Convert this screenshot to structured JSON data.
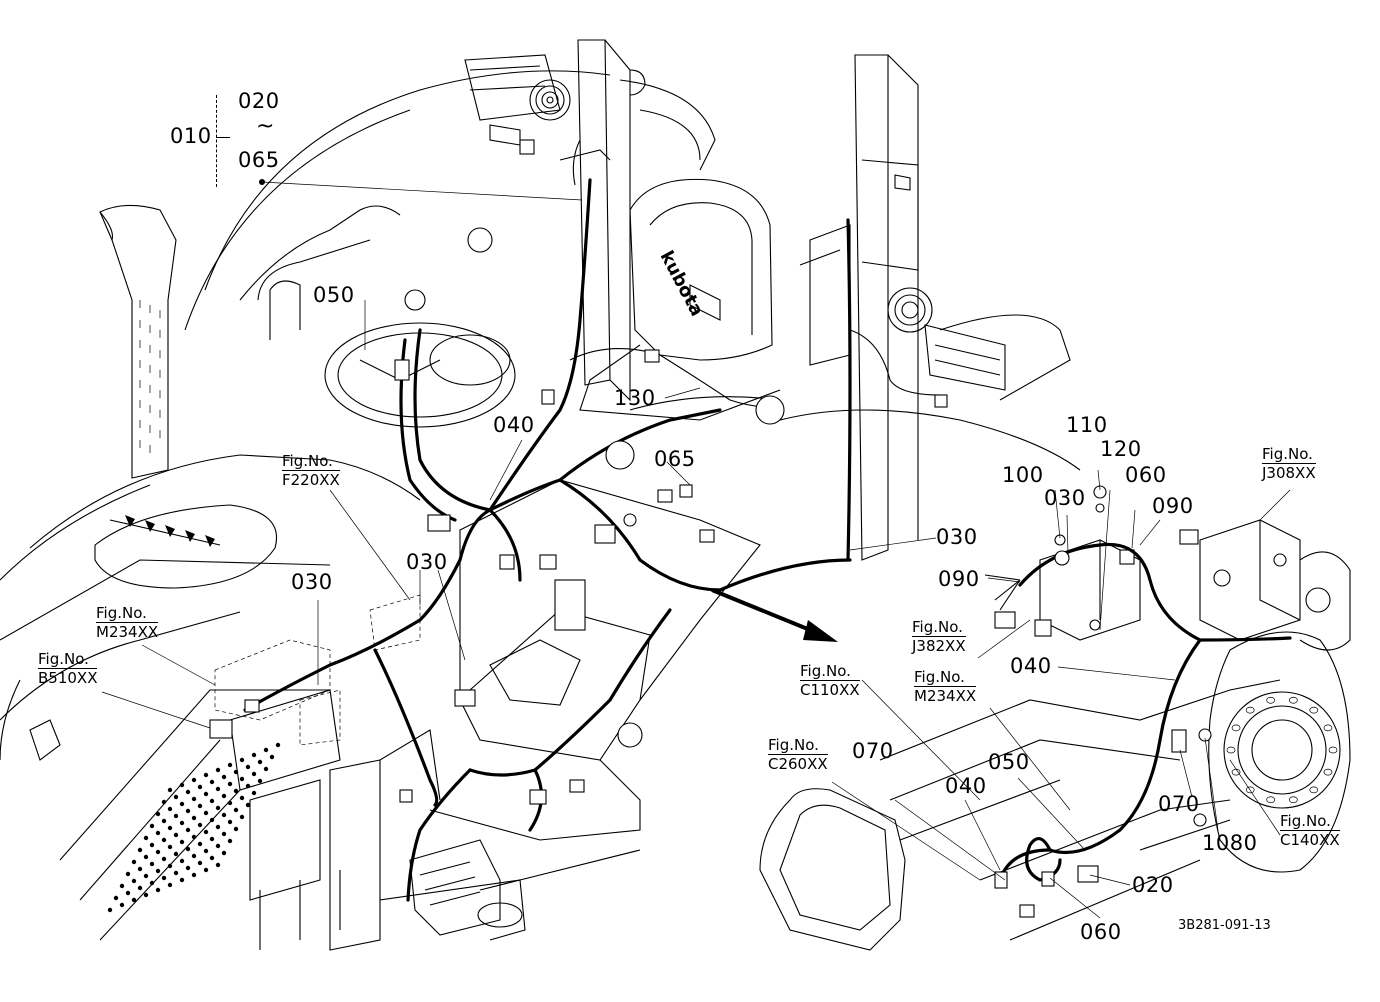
{
  "document": {
    "drawing_code": "3B281-091-13",
    "brand_mark": "kubota"
  },
  "callouts": [
    {
      "id": "010",
      "text": "010"
    },
    {
      "id": "020a",
      "text": "020"
    },
    {
      "id": "tilde",
      "text": "~"
    },
    {
      "id": "065a",
      "text": "065"
    },
    {
      "id": "050a",
      "text": "050"
    },
    {
      "id": "130",
      "text": "130"
    },
    {
      "id": "040a",
      "text": "040"
    },
    {
      "id": "065b",
      "text": "065"
    },
    {
      "id": "030a",
      "text": "030"
    },
    {
      "id": "030b",
      "text": "030"
    },
    {
      "id": "030c",
      "text": "030"
    },
    {
      "id": "110",
      "text": "110"
    },
    {
      "id": "120",
      "text": "120"
    },
    {
      "id": "100",
      "text": "100"
    },
    {
      "id": "030d",
      "text": "030"
    },
    {
      "id": "060a",
      "text": "060"
    },
    {
      "id": "090a",
      "text": "090"
    },
    {
      "id": "090b",
      "text": "090"
    },
    {
      "id": "040b",
      "text": "040"
    },
    {
      "id": "070a",
      "text": "070"
    },
    {
      "id": "040c",
      "text": "040"
    },
    {
      "id": "050b",
      "text": "050"
    },
    {
      "id": "070b",
      "text": "070"
    },
    {
      "id": "1080",
      "text": "1080"
    },
    {
      "id": "020b",
      "text": "020"
    },
    {
      "id": "060b",
      "text": "060"
    }
  ],
  "figure_refs": [
    {
      "id": "f220",
      "line1": "Fig.No.",
      "line2": "F220XX"
    },
    {
      "id": "m234a",
      "line1": "Fig.No.",
      "line2": "M234XX"
    },
    {
      "id": "b510",
      "line1": "Fig.No.",
      "line2": "B510XX"
    },
    {
      "id": "j308",
      "line1": "Fig.No.",
      "line2": "J308XX"
    },
    {
      "id": "j382",
      "line1": "Fig.No.",
      "line2": "J382XX"
    },
    {
      "id": "m234b",
      "line1": "Fig.No.",
      "line2": "M234XX"
    },
    {
      "id": "c110",
      "line1": "Fig.No.",
      "line2": "C110XX"
    },
    {
      "id": "c260",
      "line1": "Fig.No.",
      "line2": "C260XX"
    },
    {
      "id": "c140",
      "line1": "Fig.No.",
      "line2": "C140XX"
    }
  ]
}
